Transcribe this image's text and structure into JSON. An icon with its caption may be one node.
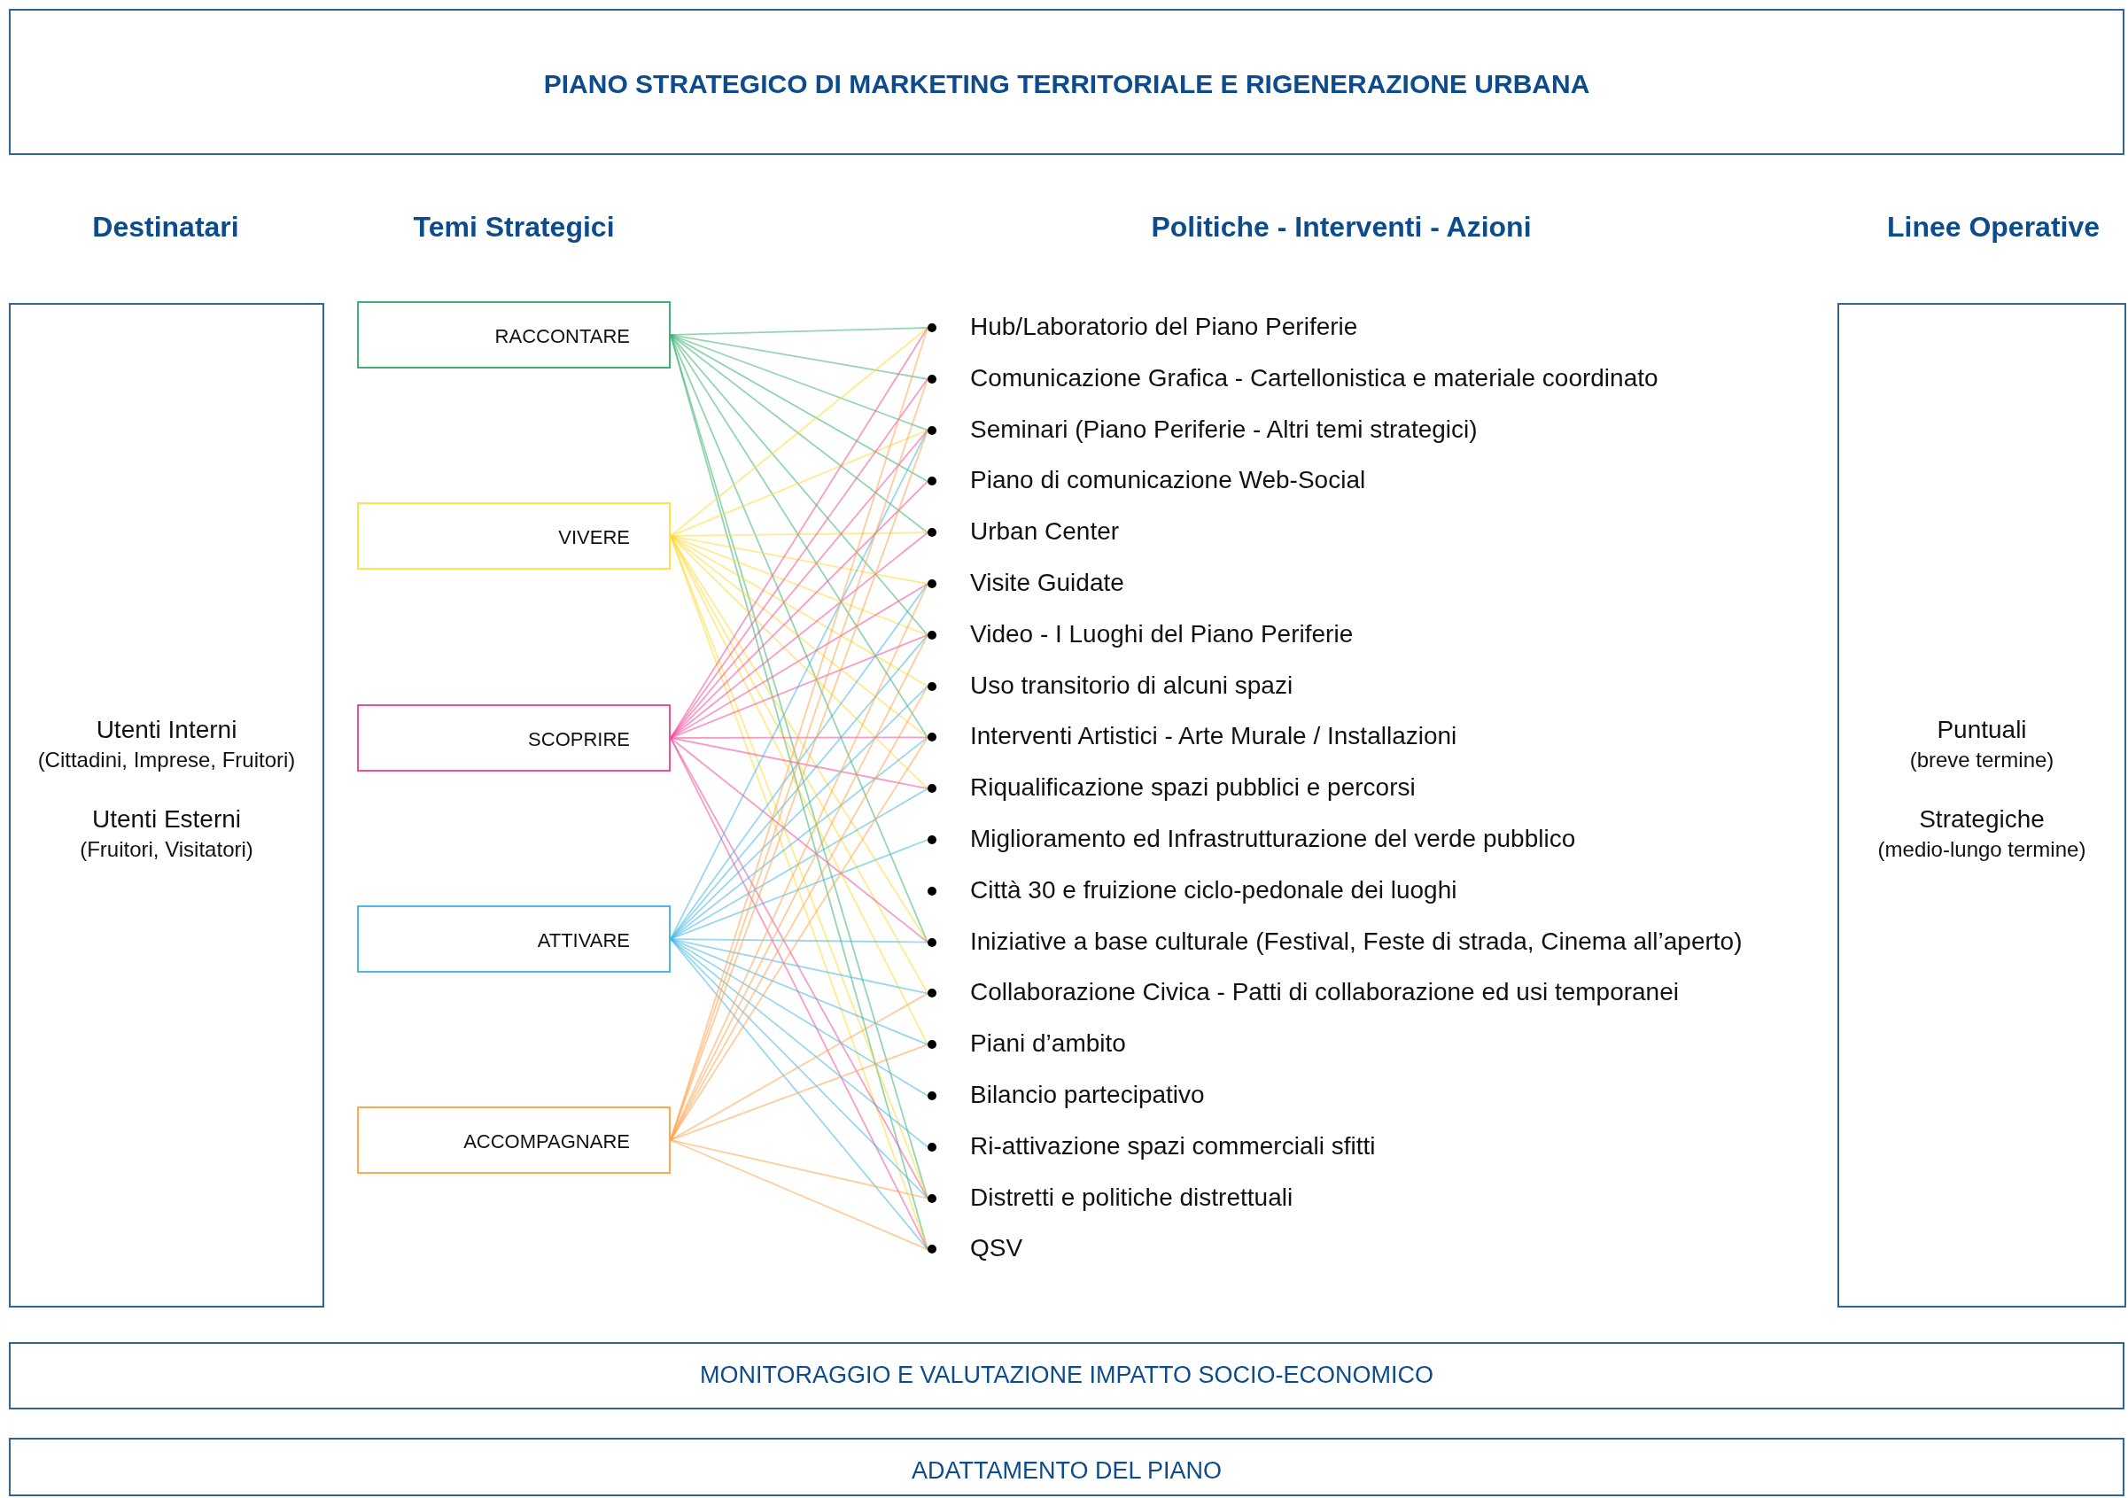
{
  "diagram": {
    "title": "PIANO STRATEGICO DI MARKETING TERRITORIALE E RIGENERAZIONE URBANA",
    "nodes": [
      {
        "text": [
          "Utenti Interni",
          "(Cittadini, Imprese, Fruitori)",
          "Utenti Esterni",
          "(Fruitori, Visitatori)"
        ]
      },
      {
        "text": [
          "RACCONTARE"
        ]
      },
      {
        "text": [
          "VIVERE"
        ]
      },
      {
        "text": [
          "SCOPRIRE"
        ]
      },
      {
        "text": [
          "ATTIVARE"
        ]
      },
      {
        "text": [
          "ACCOMPAGNARE"
        ]
      },
      {
        "text": [
          "Hub/Laboratorio del Piano Periferie"
        ]
      },
      {
        "text": [
          "Comunicazione Grafica - Cartellonistica e materiale coordinato"
        ]
      },
      {
        "text": [
          "Seminari (Piano Periferie - Altri temi strategici)"
        ]
      },
      {
        "text": [
          "Piano di comunicazione Web-Social"
        ]
      },
      {
        "text": [
          "Urban Center"
        ]
      },
      {
        "text": [
          "Visite Guidate"
        ]
      },
      {
        "text": [
          "Video - I Luoghi del Piano Periferie"
        ]
      },
      {
        "text": [
          "Uso transitorio di alcuni spazi"
        ]
      },
      {
        "text": [
          "Interventi Artistici - Arte Murale / Installazioni"
        ]
      },
      {
        "text": [
          "Riqualificazione spazi pubblici e percorsi"
        ]
      },
      {
        "text": [
          "Miglioramento ed Infrastrutturazione del verde pubblico"
        ]
      },
      {
        "text": [
          "Città 30 e fruizione ciclo-pedonale dei luoghi"
        ]
      },
      {
        "text": [
          "Iniziative a base culturale (Festival, Feste di strada, Cinema all’aperto)"
        ]
      },
      {
        "text": [
          "Collaborazione Civica - Patti di collaborazione ed usi temporanei"
        ]
      },
      {
        "text": [
          "Piani d’ambito"
        ]
      },
      {
        "text": [
          "Bilancio partecipativo"
        ]
      },
      {
        "text": [
          "Ri-attivazione spazi commerciali sfitti"
        ]
      },
      {
        "text": [
          "Distretti e politiche distrettuali"
        ]
      },
      {
        "text": [
          "QSV"
        ]
      },
      {
        "text": [
          "Puntuali",
          "(breve termine)",
          "Strategiche",
          "(medio-lungo termine)"
        ]
      },
      {
        "text": [
          "MONITORAGGIO E VALUTAZIONE IMPATTO SOCIO-ECONOMICO"
        ]
      },
      {
        "text": [
          "ADATTAMENTO DEL PIANO"
        ]
      }
    ],
    "edges": [
      {
        "from": 1,
        "to": 6,
        "arrow": "none",
        "color": "#3cb371"
      },
      {
        "from": 1,
        "to": 7,
        "arrow": "none",
        "color": "#3cb371"
      },
      {
        "from": 1,
        "to": 8,
        "arrow": "none",
        "color": "#3cb371"
      },
      {
        "from": 1,
        "to": 9,
        "arrow": "none",
        "color": "#3cb371"
      },
      {
        "from": 1,
        "to": 10,
        "arrow": "none",
        "color": "#3cb371"
      },
      {
        "from": 1,
        "to": 12,
        "arrow": "none",
        "color": "#3cb371"
      },
      {
        "from": 1,
        "to": 14,
        "arrow": "none",
        "color": "#3cb371"
      },
      {
        "from": 1,
        "to": 18,
        "arrow": "none",
        "color": "#3cb371"
      },
      {
        "from": 1,
        "to": 23,
        "arrow": "none",
        "color": "#3cb371"
      },
      {
        "from": 1,
        "to": 24,
        "arrow": "none",
        "color": "#3cb371"
      },
      {
        "from": 2,
        "to": 6,
        "arrow": "none",
        "color": "#ffd92e"
      },
      {
        "from": 2,
        "to": 8,
        "arrow": "none",
        "color": "#ffd92e"
      },
      {
        "from": 2,
        "to": 10,
        "arrow": "none",
        "color": "#ffd92e"
      },
      {
        "from": 2,
        "to": 11,
        "arrow": "none",
        "color": "#ffd92e"
      },
      {
        "from": 2,
        "to": 12,
        "arrow": "none",
        "color": "#ffd92e"
      },
      {
        "from": 2,
        "to": 13,
        "arrow": "none",
        "color": "#ffd92e"
      },
      {
        "from": 2,
        "to": 14,
        "arrow": "none",
        "color": "#ffd92e"
      },
      {
        "from": 2,
        "to": 15,
        "arrow": "none",
        "color": "#ffd92e"
      },
      {
        "from": 2,
        "to": 18,
        "arrow": "none",
        "color": "#ffd92e"
      },
      {
        "from": 2,
        "to": 19,
        "arrow": "none",
        "color": "#ffd92e"
      },
      {
        "from": 2,
        "to": 20,
        "arrow": "none",
        "color": "#ffd92e"
      },
      {
        "from": 2,
        "to": 23,
        "arrow": "none",
        "color": "#ffd92e"
      },
      {
        "from": 2,
        "to": 24,
        "arrow": "none",
        "color": "#ffd92e"
      },
      {
        "from": 3,
        "to": 6,
        "arrow": "none",
        "color": "#ee4d9b"
      },
      {
        "from": 3,
        "to": 7,
        "arrow": "none",
        "color": "#ee4d9b"
      },
      {
        "from": 3,
        "to": 8,
        "arrow": "none",
        "color": "#ee4d9b"
      },
      {
        "from": 3,
        "to": 9,
        "arrow": "none",
        "color": "#ee4d9b"
      },
      {
        "from": 3,
        "to": 10,
        "arrow": "none",
        "color": "#ee4d9b"
      },
      {
        "from": 3,
        "to": 11,
        "arrow": "none",
        "color": "#ee4d9b"
      },
      {
        "from": 3,
        "to": 12,
        "arrow": "none",
        "color": "#ee4d9b"
      },
      {
        "from": 3,
        "to": 14,
        "arrow": "none",
        "color": "#ee4d9b"
      },
      {
        "from": 3,
        "to": 15,
        "arrow": "none",
        "color": "#ee4d9b"
      },
      {
        "from": 3,
        "to": 18,
        "arrow": "none",
        "color": "#ee4d9b"
      },
      {
        "from": 3,
        "to": 23,
        "arrow": "none",
        "color": "#ee4d9b"
      },
      {
        "from": 3,
        "to": 24,
        "arrow": "none",
        "color": "#ee4d9b"
      },
      {
        "from": 4,
        "to": 8,
        "arrow": "none",
        "color": "#45b4e6"
      },
      {
        "from": 4,
        "to": 11,
        "arrow": "none",
        "color": "#45b4e6"
      },
      {
        "from": 4,
        "to": 12,
        "arrow": "none",
        "color": "#45b4e6"
      },
      {
        "from": 4,
        "to": 13,
        "arrow": "none",
        "color": "#45b4e6"
      },
      {
        "from": 4,
        "to": 14,
        "arrow": "none",
        "color": "#45b4e6"
      },
      {
        "from": 4,
        "to": 15,
        "arrow": "none",
        "color": "#45b4e6"
      },
      {
        "from": 4,
        "to": 16,
        "arrow": "none",
        "color": "#45b4e6"
      },
      {
        "from": 4,
        "to": 18,
        "arrow": "none",
        "color": "#45b4e6"
      },
      {
        "from": 4,
        "to": 19,
        "arrow": "none",
        "color": "#45b4e6"
      },
      {
        "from": 4,
        "to": 20,
        "arrow": "none",
        "color": "#45b4e6"
      },
      {
        "from": 4,
        "to": 21,
        "arrow": "none",
        "color": "#45b4e6"
      },
      {
        "from": 4,
        "to": 22,
        "arrow": "none",
        "color": "#45b4e6"
      },
      {
        "from": 4,
        "to": 23,
        "arrow": "none",
        "color": "#45b4e6"
      },
      {
        "from": 4,
        "to": 24,
        "arrow": "none",
        "color": "#45b4e6"
      },
      {
        "from": 5,
        "to": 6,
        "arrow": "none",
        "color": "#ffa24a"
      },
      {
        "from": 5,
        "to": 7,
        "arrow": "none",
        "color": "#ffa24a"
      },
      {
        "from": 5,
        "to": 8,
        "arrow": "none",
        "color": "#ffa24a"
      },
      {
        "from": 5,
        "to": 11,
        "arrow": "none",
        "color": "#ffa24a"
      },
      {
        "from": 5,
        "to": 12,
        "arrow": "none",
        "color": "#ffa24a"
      },
      {
        "from": 5,
        "to": 13,
        "arrow": "none",
        "color": "#ffa24a"
      },
      {
        "from": 5,
        "to": 14,
        "arrow": "none",
        "color": "#ffa24a"
      },
      {
        "from": 5,
        "to": 19,
        "arrow": "none",
        "color": "#ffa24a"
      },
      {
        "from": 5,
        "to": 20,
        "arrow": "none",
        "color": "#ffa24a"
      },
      {
        "from": 5,
        "to": 23,
        "arrow": "none",
        "color": "#ffa24a"
      },
      {
        "from": 5,
        "to": 24,
        "arrow": "none",
        "color": "#ffa24a"
      }
    ],
    "labels": [
      "Destinatari",
      "Temi Strategici",
      "Politiche - Interventi - Azioni",
      "Linee Operative"
    ]
  }
}
